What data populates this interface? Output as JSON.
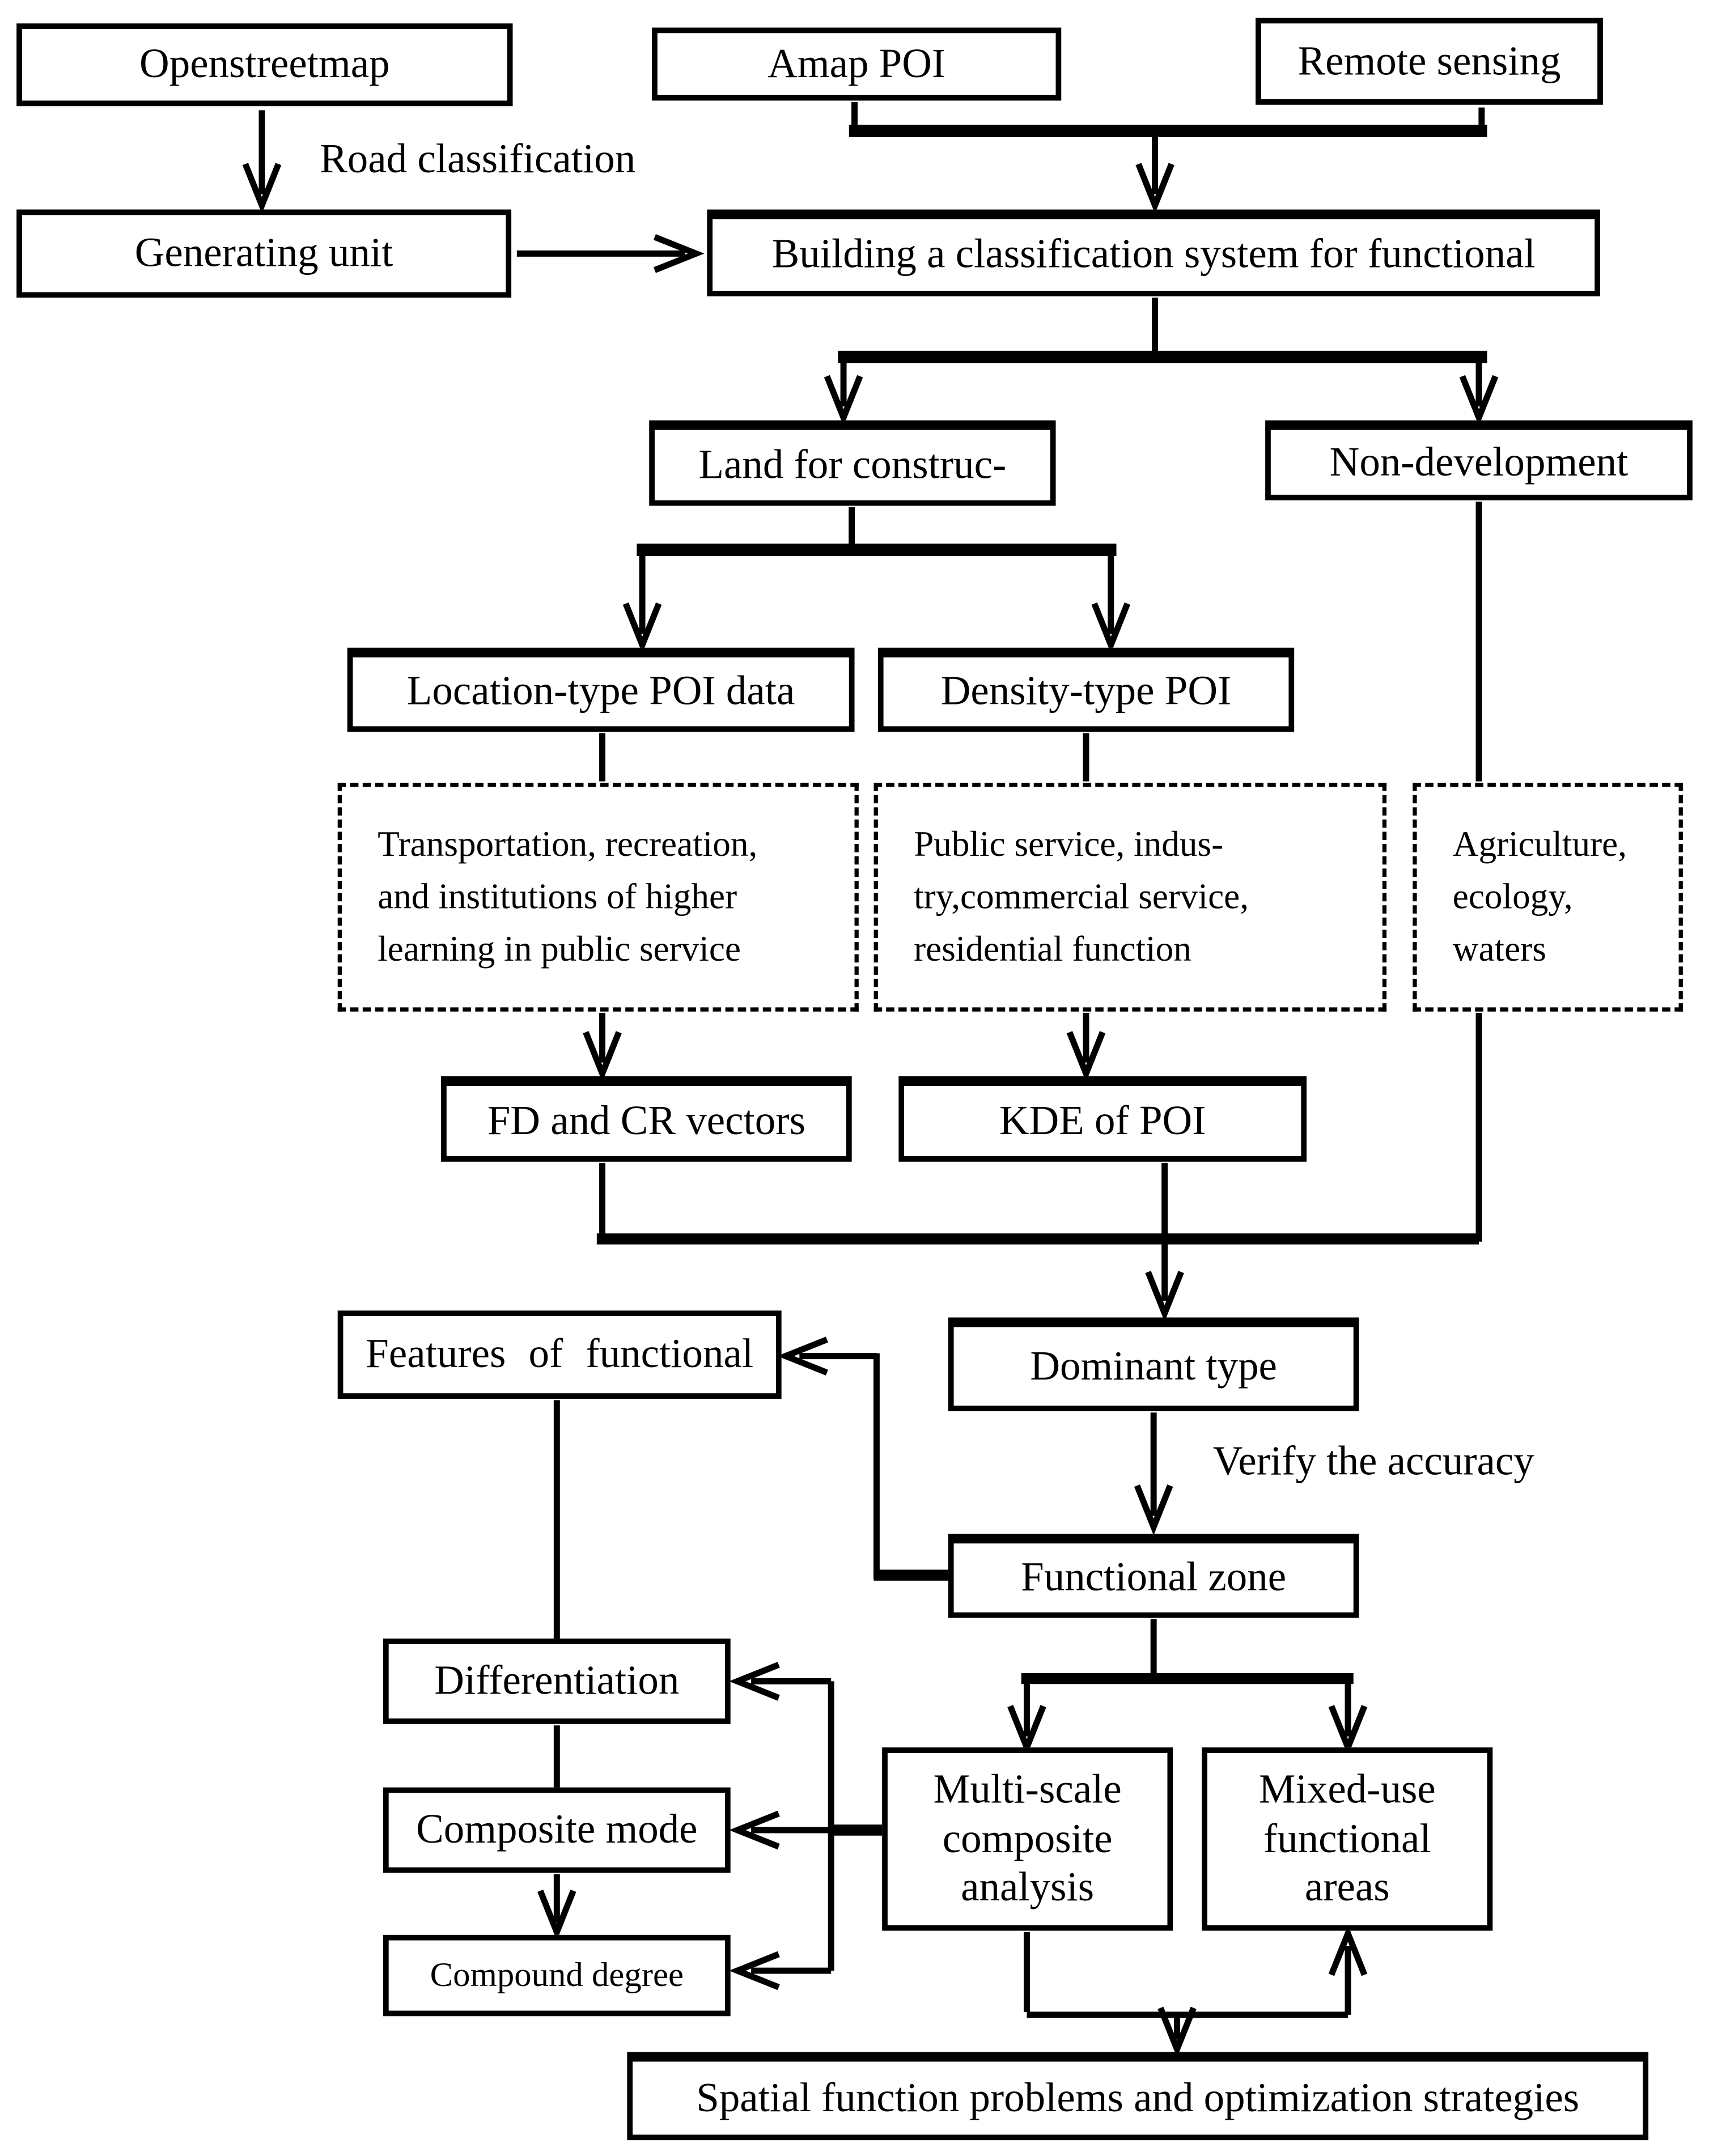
{
  "diagram": {
    "title": "Urban functional zone identification flowchart",
    "colors": {
      "line": "#000000",
      "background": "#ffffff",
      "text": "#000000"
    },
    "nodes": {
      "openstreetmap": {
        "label": "Openstreetmap"
      },
      "amap_poi": {
        "label": "Amap POI"
      },
      "remote_sensing": {
        "label": "Remote sensing"
      },
      "generating_unit": {
        "label": "Generating unit"
      },
      "building_classification": {
        "label": "Building a classification system for functional"
      },
      "land_construction": {
        "label": "Land for construc-"
      },
      "non_development": {
        "label": "Non-development"
      },
      "location_type_poi": {
        "label": "Location-type POI data"
      },
      "density_type_poi": {
        "label": "Density-type POI"
      },
      "transportation_note": {
        "label": "Transportation, recreation,\nand institutions of higher\nlearning in public service"
      },
      "public_service_note": {
        "label": "Public service, indus-\ntry,commercial service,\nresidential function"
      },
      "agriculture_note": {
        "label": "Agriculture,\necology,\nwaters"
      },
      "fd_cr_vectors": {
        "label": "FD and CR vectors"
      },
      "kde_of_poi": {
        "label": "KDE of POI"
      },
      "features_functional": {
        "label": "Features of functional"
      },
      "dominant_type": {
        "label": "Dominant type"
      },
      "functional_zone": {
        "label": "Functional zone"
      },
      "differentiation": {
        "label": "Differentiation"
      },
      "composite_mode": {
        "label": "Composite mode"
      },
      "compound_degree": {
        "label": "Compound degree"
      },
      "multi_scale": {
        "label": "Multi-scale\ncomposite\nanalysis"
      },
      "mixed_use": {
        "label": "Mixed-use\nfunctional\nareas"
      },
      "spatial_function": {
        "label": "Spatial function problems and optimization strategies"
      }
    },
    "edge_labels": {
      "road_classification": "Road classification",
      "verify_accuracy": "Verify the accuracy"
    }
  }
}
